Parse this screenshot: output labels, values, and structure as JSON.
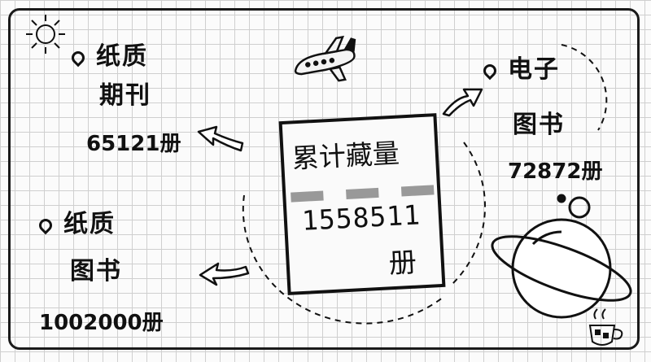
{
  "center": {
    "label": "累计藏量",
    "value": "1558511",
    "unit": "册"
  },
  "items": {
    "periodicals": {
      "line1": "纸质",
      "line2": "期刊",
      "value": "65121册"
    },
    "ebooks": {
      "line1": "电子",
      "line2": "图书",
      "value": "72872册"
    },
    "paper_books": {
      "line1": "纸质",
      "line2": "图书",
      "value": "1002000册"
    }
  },
  "icons": [
    "sun-icon",
    "airplane-icon",
    "planet-icon",
    "coffee-cup-icon",
    "location-pin-icon",
    "arrow-icon"
  ],
  "colors": {
    "ink": "#111111",
    "grid": "#cfcfcf",
    "dash": "#999999"
  }
}
